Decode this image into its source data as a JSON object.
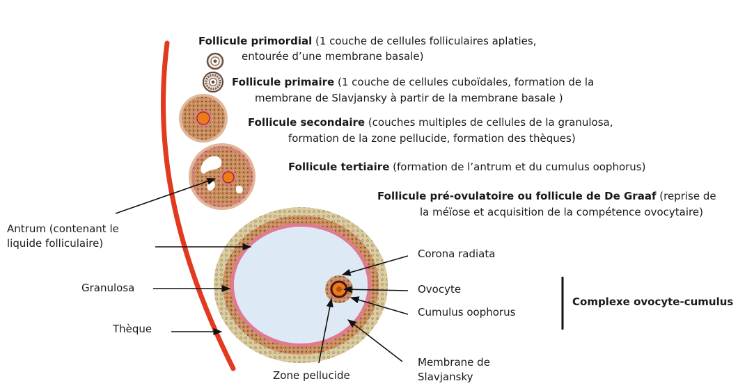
{
  "stages": [
    {
      "name": "Follicule primordial",
      "desc_1": "(1 couche de cellules folliculaires aplaties,",
      "desc_2": "entourée d’une membrane basale)"
    },
    {
      "name": "Follicule primaire",
      "desc_1": "(1 couche de cellules cuboïdales, formation de la",
      "desc_2": "membrane de Slavjansky à partir de la membrane basale )"
    },
    {
      "name": "Follicule secondaire",
      "desc_1": "(couches multiples de cellules de la granulosa,",
      "desc_2": "formation de la zone pellucide, formation des thèques)"
    },
    {
      "name": "Follicule tertiaire",
      "desc_1": "(formation de l’antrum et du cumulus oophorus)"
    },
    {
      "name": "Follicule pré-ovulatoire ou follicule de De Graaf",
      "desc_1": "(reprise de",
      "desc_2": "la méïose et acquisition de la compétence ovocytaire)"
    }
  ],
  "labels": {
    "antrum_1": "Antrum (contenant le",
    "antrum_2": "liquide folliculaire)",
    "granulosa": "Granulosa",
    "theque": "Thèque",
    "zone_pellucide": "Zone pellucide",
    "corona_radiata": "Corona radiata",
    "ovocyte": "Ovocyte",
    "cumulus_oophorus": "Cumulus oophorus",
    "membrane_1": "Membrane de",
    "membrane_2": "Slavjansky",
    "complexe": "Complexe ovocyte-cumulus"
  },
  "colors": {
    "progression_line": "#e23a1e",
    "granulosa_fill": "#c98e5e",
    "theca_fill": "#d9c9a0",
    "membrane_pink": "#e07a90",
    "antrum_fill": "#dde9f5",
    "oocyte_orange": "#f07a1a",
    "text": "#1a1a1a"
  }
}
